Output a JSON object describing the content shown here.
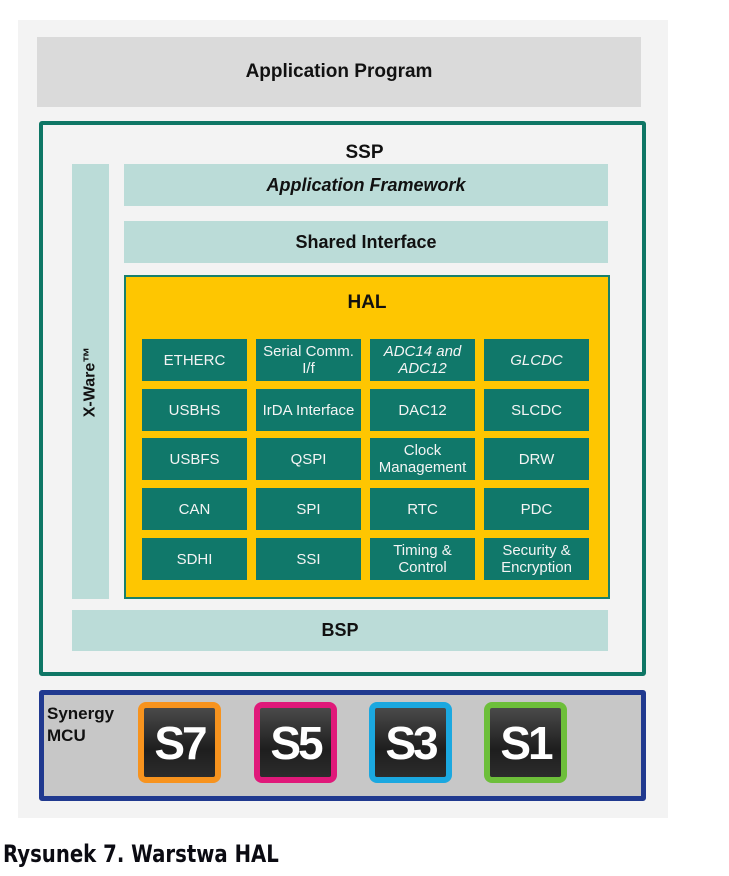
{
  "diagram": {
    "application_program": "Application Program",
    "ssp": {
      "title": "SSP",
      "xware": "X-Ware™",
      "application_framework": "Application Framework",
      "shared_interface": "Shared Interface",
      "hal": {
        "title": "HAL",
        "modules": [
          [
            "ETHERC",
            "Serial Comm. I/f",
            "ADC14 and ADC12",
            "GLCDC"
          ],
          [
            "USBHS",
            "IrDA Interface",
            "DAC12",
            "SLCDC"
          ],
          [
            "USBFS",
            "QSPI",
            "Clock Management",
            "DRW"
          ],
          [
            "CAN",
            "SPI",
            "RTC",
            "PDC"
          ],
          [
            "SDHI",
            "SSI",
            "Timing & Control",
            "Security & Encryption"
          ]
        ]
      },
      "bsp": "BSP"
    },
    "mcu": {
      "label_line1": "Synergy",
      "label_line2": "MCU",
      "chips": [
        {
          "label": "S7",
          "color": "#f7931e"
        },
        {
          "label": "S5",
          "color": "#e0197a"
        },
        {
          "label": "S3",
          "color": "#1ba8e0"
        },
        {
          "label": "S1",
          "color": "#6dbf3a"
        }
      ]
    }
  },
  "caption": "Rysunek 7. Warstwa HAL",
  "colors": {
    "ssp_border": "#0e7665",
    "band": "#bbdcd8",
    "hal_fill": "#fec601",
    "hal_cell": "#10786a",
    "mcu_border": "#20398f"
  }
}
